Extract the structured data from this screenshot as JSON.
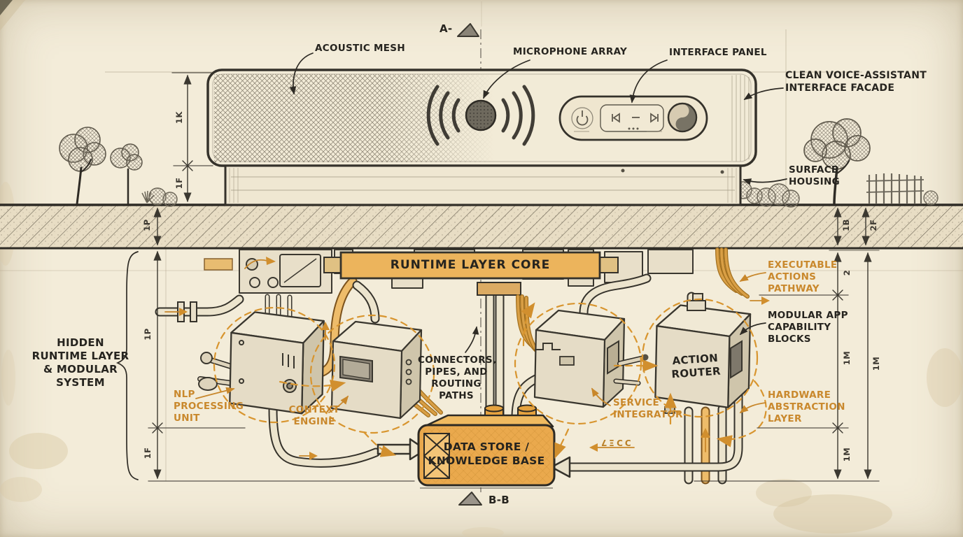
{
  "colors": {
    "paper": "#f3ecd9",
    "ink": "#2e2b25",
    "orange_label": "#c9882c",
    "orange_banner": "#ecb45c",
    "orange_datastore": "#eaa94d",
    "ground": "#e8ddc4"
  },
  "markers": {
    "top": "A-",
    "bottom": "B-B"
  },
  "above_ground": {
    "acoustic_mesh": "ACOUSTIC MESH",
    "microphone_array": "MICROPHONE ARRAY",
    "interface_panel": "INTERFACE PANEL",
    "facade": "CLEAN VOICE-ASSISTANT\nINTERFACE FACADE",
    "surface_housing": "SURFACE\nHOUSING"
  },
  "underground": {
    "hidden_system": "HIDDEN\nRUNTIME LAYER\n& MODULAR\nSYSTEM",
    "runtime_core": "RUNTIME LAYER CORE",
    "nlp_unit": "NLP\nPROCESSING\nUNIT",
    "context_engine": "CONTEXT\nENGINE",
    "connectors": "CONNECTORS,\nPIPES, AND\nROUTING\nPATHS",
    "service_integrator": "SERVICE\nINTEGRATOR",
    "action_router": "ACTION\nROUTER",
    "data_store": "DATA STORE /\nKNOWLEDGE BASE",
    "executable_pathway": "EXECUTABLE\nACTIONS\nPATHWAY",
    "modular_blocks": "MODULAR APP\nCAPABILITY\nBLOCKS",
    "hardware_layer": "HARDWARE\nABSTRACTION\nLAYER",
    "pipe_glyphs": "ƆƆΞ7"
  },
  "dimensions": {
    "left_top": [
      "1K",
      "1F"
    ],
    "ground_left": "1P",
    "left_bottom": [
      "1P",
      "1F"
    ],
    "ground_right": [
      "1B",
      "2F"
    ],
    "right_inner": [
      "2",
      "1M",
      "1M"
    ],
    "right_outer": "1M"
  },
  "icons": {
    "power": "power-icon",
    "previous": "previous-track-icon",
    "pause_dash": "pause-dash-icon",
    "next": "next-track-icon",
    "menu_dots": "menu-dots-icon",
    "assistant_logo": "assistant-logo-icon",
    "microphone": "microphone-icon",
    "section_cut": "section-cut-triangle-icon"
  }
}
